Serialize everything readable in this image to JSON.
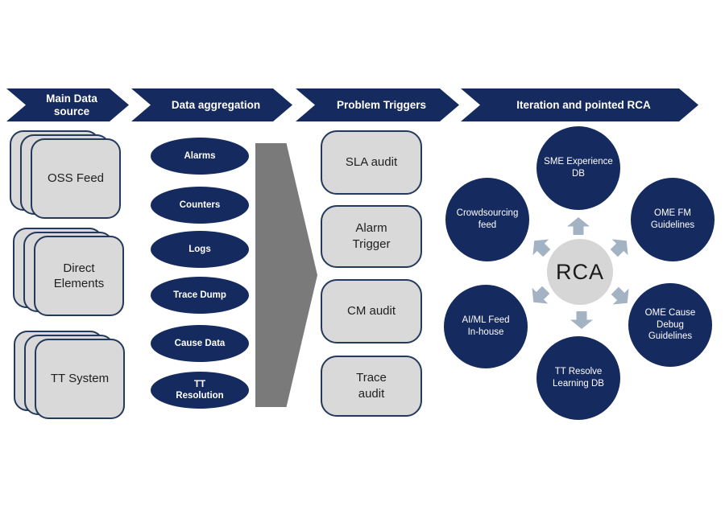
{
  "colors": {
    "navy": "#152a5e",
    "shape_fill_gray": "#d9d9d9",
    "shape_outline": "#24395b",
    "funnel_gray": "#7a7a7a",
    "arrow_gray_blue": "#a4b3c4",
    "hub_fill": "#d6d6d6",
    "text_light": "#ffffff",
    "text_dark": "#1f1f1f"
  },
  "stages": [
    "Main Data source",
    "Data aggregation",
    "Problem Triggers",
    "Iteration and pointed RCA"
  ],
  "main_data_sources": [
    "OSS Feed",
    "Direct Elements",
    "TT System"
  ],
  "data_aggregation_items": [
    "Alarms",
    "Counters",
    "Logs",
    "Trace Dump",
    "Cause Data",
    "TT Resolution"
  ],
  "problem_triggers": [
    "SLA audit",
    "Alarm Trigger",
    "CM audit",
    "Trace audit"
  ],
  "rca_hub": {
    "label": "RCA",
    "satellites": [
      {
        "label": "SME Experience DB",
        "position": "top"
      },
      {
        "label": "OME FM Guidelines",
        "position": "upper-right"
      },
      {
        "label": "OME Cause Debug Guidelines",
        "position": "lower-right"
      },
      {
        "label": "TT Resolve Learning DB",
        "position": "bottom"
      },
      {
        "label": "AI/ML Feed In-house",
        "position": "lower-left"
      },
      {
        "label": "Crowdsourcing feed",
        "position": "upper-left"
      }
    ],
    "arrow_directions": [
      "up",
      "upper-left",
      "upper-right",
      "lower-left",
      "lower-right",
      "down"
    ]
  }
}
